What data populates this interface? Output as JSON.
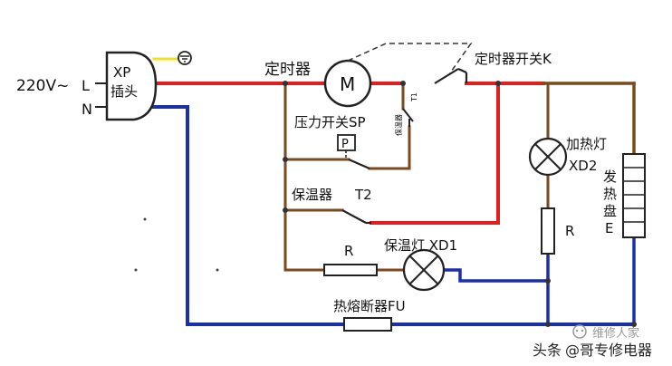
{
  "labels": {
    "supply": "220V~",
    "line_l": "L",
    "line_n": "N",
    "plug_xp": "XP",
    "plug_name": "插头",
    "timer": "定时器",
    "motor": "M",
    "timer_switch": "定时器开关K",
    "t1": "T1",
    "t1_side": "保温器",
    "pressure_switch": "压力开关SP",
    "pressure_p": "P",
    "thermostat": "保温器",
    "t2": "T2",
    "resistor_r1": "R",
    "keep_warm_lamp": "保温灯 XD1",
    "heating_lamp": "加热灯",
    "heating_lamp_id": "XD2",
    "resistor_r2": "R",
    "heater_v1": "发",
    "heater_v2": "热",
    "heater_v3": "盘",
    "heater_v4": "E",
    "fuse": "热熔断器FU"
  },
  "watermark": {
    "source_prefix": "头条",
    "source_handle": "@哥专修电器",
    "faint_text": "维修人家"
  },
  "colors": {
    "live_wire": "#e02020",
    "neutral_wire": "#1b2fa8",
    "branch_wire": "#7a4a1e",
    "ground_wire": "#f0e020",
    "dashed_link": "#333333"
  }
}
